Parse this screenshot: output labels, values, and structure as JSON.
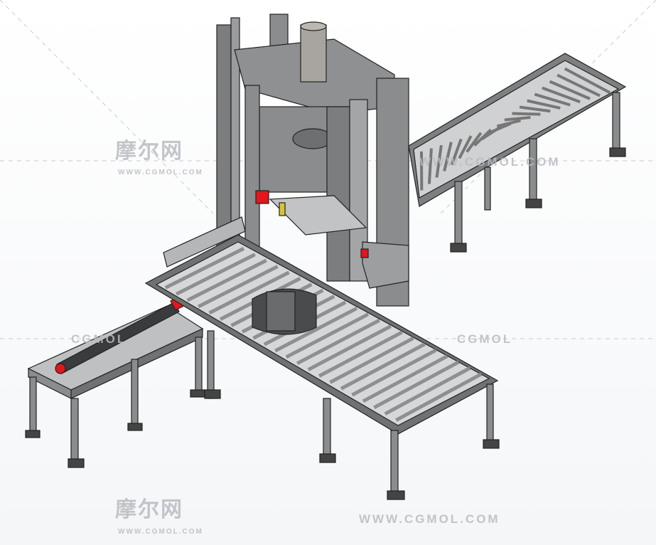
{
  "watermarks": {
    "logo_cn": "摩尔网",
    "logo_en": "WWW.CGMOL.COM",
    "brand": "CGMOL",
    "url": "WWW.CGMOL.COM"
  },
  "colors": {
    "steel": "#8a8c8e",
    "frame_dark": "#5f6163",
    "roller": "#d9dadb",
    "accent_red": "#e3161b",
    "accent_yellow": "#d8c23a"
  }
}
